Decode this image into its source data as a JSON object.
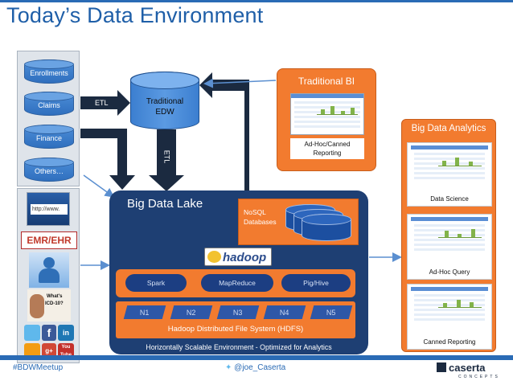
{
  "title": "Today’s Data Environment",
  "sources": [
    "Enrollments",
    "Claims",
    "Finance",
    "Others…"
  ],
  "edw": {
    "line1": "Traditional",
    "line2": "EDW"
  },
  "etl": {
    "label": "ETL"
  },
  "traditional_bi": {
    "title": "Traditional BI",
    "caption_1": "Ad-Hoc/Canned",
    "caption_2": "Reporting"
  },
  "big_data_analytics": {
    "title": "Big Data Analytics",
    "cards": [
      "Data Science",
      "Ad-Hoc Query",
      "Canned Reporting"
    ]
  },
  "unstructured": {
    "emr": "EMR/EHR",
    "http": "http://www.",
    "icd_1": "What's",
    "icd_2": "ICD-10?"
  },
  "lake": {
    "title": "Big Data Lake",
    "nosql_1": "NoSQL",
    "nosql_2": "Databases",
    "hadoop": "hadoop",
    "engines": [
      "Spark",
      "MapReduce",
      "Pig/Hive"
    ],
    "nodes": [
      "N1",
      "N2",
      "N3",
      "N4",
      "N5"
    ],
    "hdfs": "Hadoop Distributed File System (HDFS)",
    "footer": "Horizontally Scalable Environment  - Optimized for Analytics"
  },
  "footer": {
    "hashtag": "#BDWMeetup",
    "handle": "@joe_Caserta",
    "brand": "caserta",
    "brand_sub": "CONCEPTS"
  },
  "colors": {
    "accent_blue": "#2a6bb5",
    "orange": "#f27b2f",
    "navy": "#1e3f73"
  }
}
